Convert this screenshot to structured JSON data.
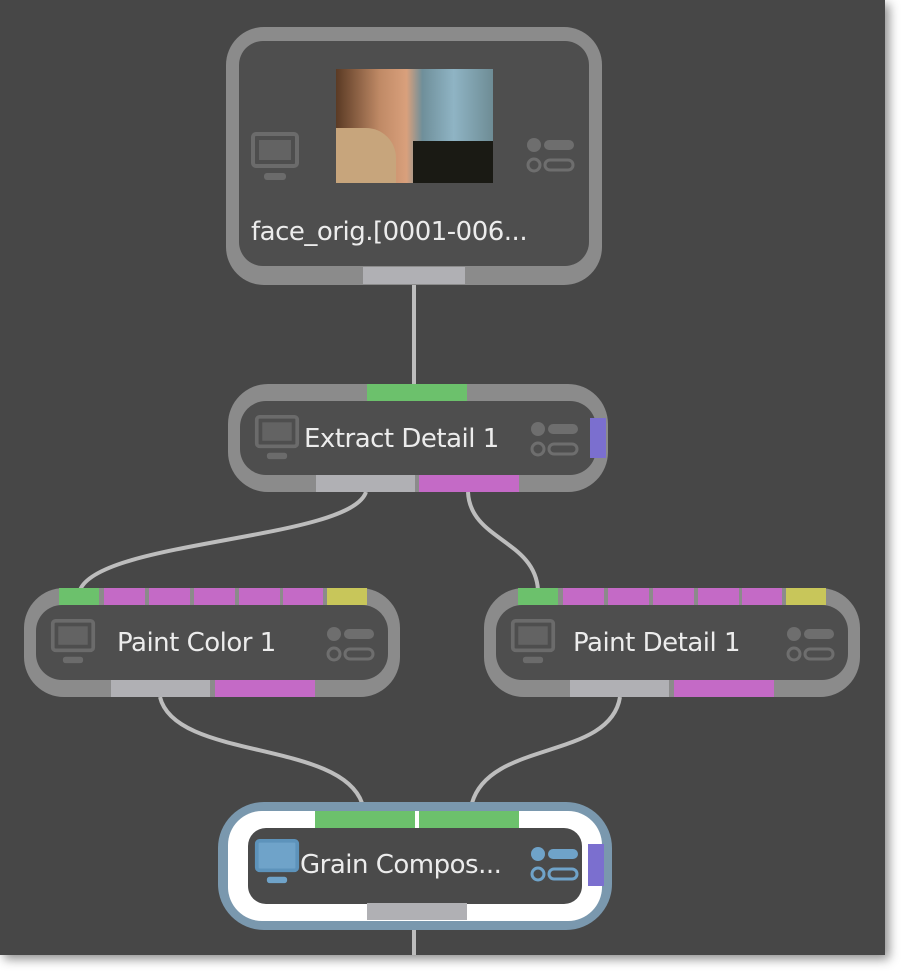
{
  "colors": {
    "background": "#474747",
    "node_border": "#8b8b8b",
    "node_body": "#4e4e4e",
    "port_green": "#6cc16c",
    "port_magenta": "#c46ac6",
    "port_yellow": "#c8c65a",
    "port_gray": "#b0b0b4",
    "port_purple": "#7b6fcf",
    "selected_border": "#7a98ae",
    "wire": "#bdbdbd"
  },
  "nodes": {
    "source": {
      "label": "face_orig.[0001-006..."
    },
    "extract": {
      "label": "Extract Detail 1"
    },
    "paint_color": {
      "label": "Paint Color 1"
    },
    "paint_detail": {
      "label": "Paint Detail 1"
    },
    "grain": {
      "label": "Grain Compos..."
    }
  },
  "icons": [
    "monitor-icon",
    "parameters-icon"
  ]
}
